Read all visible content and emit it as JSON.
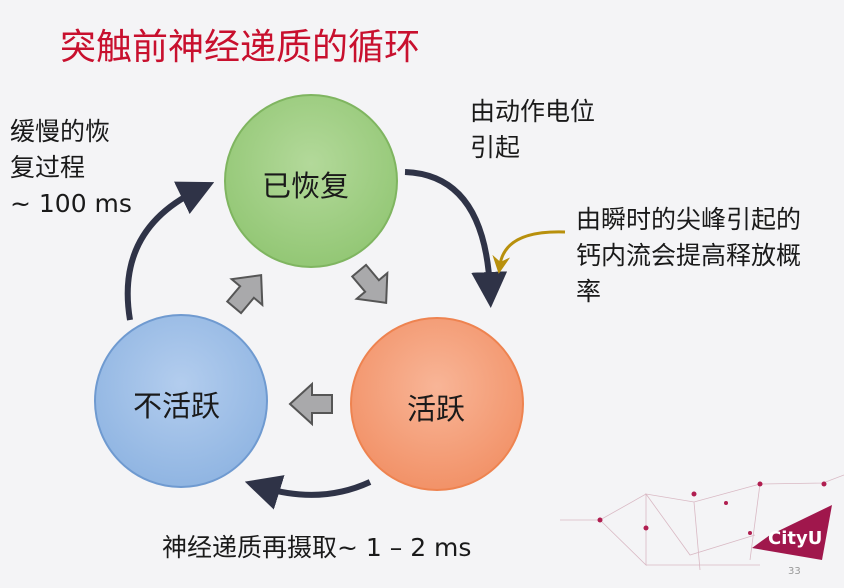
{
  "title": "突触前神经递质的循环",
  "states": {
    "recovered": "已恢复",
    "active": "活跃",
    "inactive": "不活跃"
  },
  "annotations": {
    "slow_recovery": [
      "缓慢的恢",
      "复过程",
      "~ 100 ms"
    ],
    "action_potential": [
      "由动作电位",
      "引起"
    ],
    "calcium": [
      "由瞬时的尖峰引起的",
      "钙内流会提高释放概",
      "率"
    ],
    "reuptake": "神经递质再摄取~ 1 – 2 ms"
  },
  "colors": {
    "title": "#c8102e",
    "recovered": "#9ccc7e",
    "active": "#f4a07a",
    "inactive": "#9fc0e6",
    "arrow": "#2f3347",
    "calcium_arrow": "#b8900c"
  },
  "logo": "CityU",
  "page_number": "33"
}
